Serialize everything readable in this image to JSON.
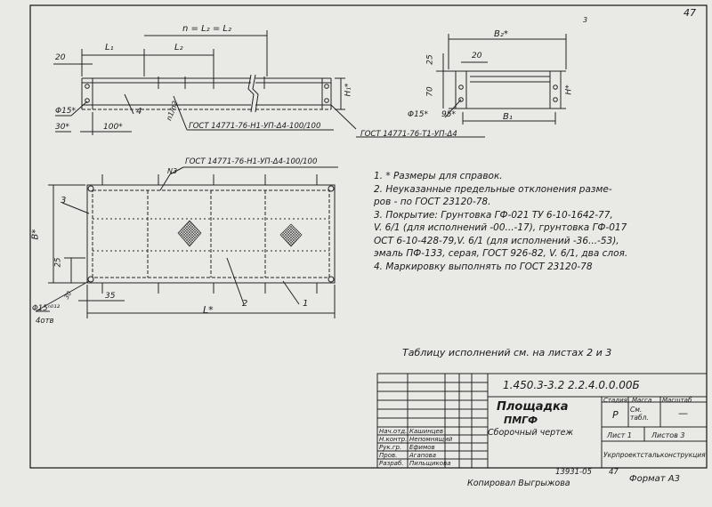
{
  "sheet_number": "47",
  "page_mark_top": "3",
  "dimensions": {
    "n_l2": "n = L₂ = L₂",
    "l1": "L₁",
    "l2": "L₂",
    "d20_left": "20",
    "d20_right": "20",
    "phi15_left": "Φ15*",
    "d30": "30*",
    "d100": "100*",
    "d25_right": "25",
    "d70": "70",
    "phi15_right": "Φ15*",
    "d95": "95*",
    "b1": "B₁",
    "b2": "B₂*",
    "h_left": "H₁*",
    "h_right": "H*",
    "b_star": "B*",
    "l_star": "L*",
    "d25_plan": "25",
    "d35": "35",
    "d30_plan": "30",
    "phi_holes": "Φ15ⁿ⁰¹²",
    "holes_count": "4отв"
  },
  "callouts": {
    "c1": "1",
    "c2": "2",
    "c3": "3",
    "c4": "4",
    "n3": "N3",
    "n1n2": "n1/n2"
  },
  "gost_labels": {
    "elev_left": "ГОСТ 14771-76-Н1-УП-Δ4-100/100",
    "elev_right": "ГОСТ 14771-76-Т1-УП-Δ4",
    "plan": "ГОСТ 14771-76-Н1-УП-Δ4-100/100"
  },
  "notes": [
    "1. * Размеры для справок.",
    "2. Неуказанные предельные отклонения разме-",
    "    ров - по ГОСТ 23120-78.",
    "3. Покрытие: Грунтовка ГФ-021 ТУ 6-10-1642-77,",
    "    V. 6/1 (для исполнений -00...-17), грунтовка ГФ-017",
    "    ОСТ 6-10-428-79,V. 6/1 (для исполнений -36...-53),",
    "    эмаль ПФ-133, серая, ГОСТ 926-82, V. 6/1, два слоя.",
    "4. Маркировку выполнять по ГОСТ 23120-78"
  ],
  "table_ref": "Таблицу исполнений см. на листах 2 и 3",
  "title_block": {
    "doc_number": "1.450.3-3.2  2.2.4.0.0.00Б",
    "title_line1": "Площадка",
    "title_line2": "ПМГФ",
    "subtitle": "Сборочный чертеж",
    "stage_header": "Стадия",
    "mass_header": "Масса",
    "scale_header": "Масштаб",
    "stage_value": "Р",
    "mass_value": "См. табл.",
    "scale_value": "—",
    "sheet_label": "Лист 1",
    "sheets_label": "Листов 3",
    "organization": "Укрпроектстальконструкция",
    "signatures": [
      {
        "role": "Нач.отд.",
        "name": "Кашинцев"
      },
      {
        "role": "Н.контр.",
        "name": "Непомнящий"
      },
      {
        "role": "Рук.гр.",
        "name": "Ефимов"
      },
      {
        "role": "Пров.",
        "name": "Агапова"
      },
      {
        "role": "Разраб.",
        "name": "Пильщикова"
      }
    ]
  },
  "footer": {
    "copied_by": "Копировал  Выгрыжова",
    "inventory": "13931-05",
    "page": "47",
    "format": "Формат А3"
  }
}
